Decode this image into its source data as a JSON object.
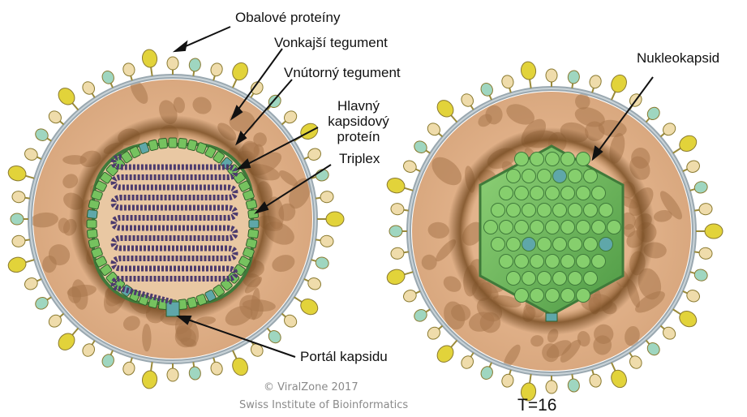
{
  "labels": {
    "envelope_proteins": "Obalové proteíny",
    "outer_tegument": "Vonkajší tegument",
    "inner_tegument": "Vnútorný tegument",
    "major_capsid_protein": "Hlavný kapsidový proteín",
    "triplex": "Triplex",
    "portal": "Portál kapsidu",
    "nucleocapsid": "Nukleokapsid"
  },
  "triangulation": "T=16",
  "credit": {
    "copyright": "© ViralZone 2017",
    "institute": "Swiss Institute of Bioinformatics"
  },
  "colors": {
    "tegument_light": "#e4b58f",
    "tegument_dark": "#a8774c",
    "membrane": "#9aa8b0",
    "spike_yellow": "#e2d33a",
    "spike_cream": "#efdcab",
    "spike_teal": "#9fd6c0",
    "capsid_green": "#76c25f",
    "capsid_dark": "#3f7a3a",
    "penton_blue": "#5fa7a9",
    "dna": "#4c3b6e"
  }
}
